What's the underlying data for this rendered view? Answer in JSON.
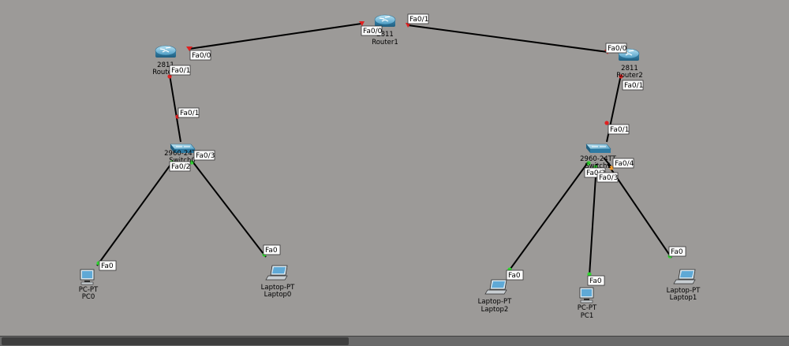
{
  "devices": {
    "router0": {
      "model": "2811",
      "name": "Router0"
    },
    "router1": {
      "model": "2811",
      "name": "Router1"
    },
    "router2": {
      "model": "2811",
      "name": "Router2"
    },
    "switch0": {
      "model": "2960-24TT",
      "name": "Switch0"
    },
    "switch1": {
      "model": "2960-24TT",
      "name": "Switch1"
    },
    "pc0": {
      "model": "PC-PT",
      "name": "PC0"
    },
    "pc1": {
      "model": "PC-PT",
      "name": "PC1"
    },
    "laptop0": {
      "model": "Laptop-PT",
      "name": "Laptop0"
    },
    "laptop1": {
      "model": "Laptop-PT",
      "name": "Laptop1"
    },
    "laptop2": {
      "model": "Laptop-PT",
      "name": "Laptop2"
    }
  },
  "ports": {
    "r0_fa00": "Fa0/0",
    "r0_fa01": "Fa0/1",
    "r1_fa00": "Fa0/0",
    "r1_fa01": "Fa0/1",
    "r2_fa00": "Fa0/0",
    "r2_fa01": "Fa0/1",
    "s0_fa01": "Fa0/1",
    "s0_fa02": "Fa0/2",
    "s0_fa03": "Fa0/3",
    "s1_fa01": "Fa0/1",
    "s1_fa02": "Fa0/2",
    "s1_fa03": "Fa0/3",
    "s1_fa04": "Fa0/4",
    "pc0_fa0": "Fa0",
    "pc1_fa0": "Fa0",
    "laptop0_fa0": "Fa0",
    "laptop1_fa0": "Fa0",
    "laptop2_fa0": "Fa0"
  },
  "colors": {
    "workspace_bg": "#9c9a98",
    "link": "#000000",
    "port_up": "#2fd42f",
    "port_down": "#e02020",
    "router_body": "#3f8fb3",
    "switch_body": "#3f8fb3"
  }
}
